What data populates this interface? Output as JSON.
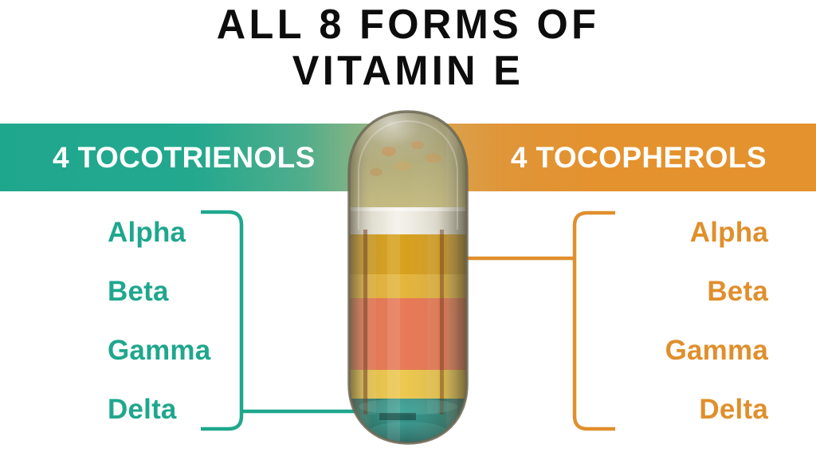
{
  "title": {
    "line1": "ALL 8 FORMS OF",
    "line2": "VITAMIN E",
    "color": "#0d0d0d"
  },
  "banners": {
    "left": {
      "label": "4 TOCOTRIENOLS",
      "color": "#1fa78d",
      "text_color": "#ffffff"
    },
    "right": {
      "label": "4 TOCOPHEROLS",
      "color": "#e4922e",
      "text_color": "#ffffff"
    }
  },
  "left_group": {
    "name": "tocotrienols",
    "accent": "#1fa78d",
    "items": [
      {
        "label": "Alpha"
      },
      {
        "label": "Beta"
      },
      {
        "label": "Gamma"
      },
      {
        "label": "Delta"
      }
    ]
  },
  "right_group": {
    "name": "tocopherols",
    "accent": "#e08f2c",
    "items": [
      {
        "label": "Alpha"
      },
      {
        "label": "Beta"
      },
      {
        "label": "Gamma"
      },
      {
        "label": "Delta"
      }
    ]
  },
  "capsule": {
    "shell_color": "#9a9280",
    "band_color": "#e9e7df",
    "layers": [
      {
        "name": "dome-olive",
        "color": "#a9a36f"
      },
      {
        "name": "amber-dark",
        "color": "#d49a12"
      },
      {
        "name": "gold",
        "color": "#e0aa2c"
      },
      {
        "name": "salmon-red",
        "color": "#e56844"
      },
      {
        "name": "yellow-gold",
        "color": "#e3bb3e"
      },
      {
        "name": "teal",
        "color": "#1e7e72"
      }
    ],
    "connector_color": "#ffffff"
  }
}
